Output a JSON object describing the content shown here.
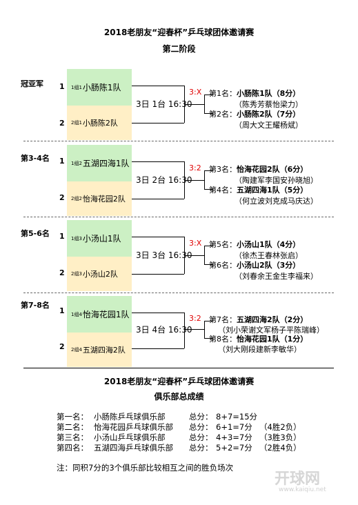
{
  "title": "2018老朋友“迎春杯”乒乓球团体邀请赛",
  "subtitle": "第二阶段",
  "groups": [
    {
      "label": "冠亚军",
      "seed1": "1",
      "seed2": "2",
      "team1_tag": "1组1",
      "team1": "小肠陈1队",
      "team2_tag": "2组1",
      "team2": "小肠陈2队",
      "match": "3日 1台 16:30",
      "score": "3:X",
      "r1_rank": "第1名：",
      "r1_team": "小肠陈1队（8分）",
      "r1_players": "（陈秀芳蔡怡梁力）",
      "r2_rank": "第2名：",
      "r2_team": "小肠陈2队（7分）",
      "r2_players": "（周大文王耀杨斌）"
    },
    {
      "label": "第3-4名",
      "seed1": "1",
      "seed2": "2",
      "team1_tag": "1组2",
      "team1": "五湖四海1队",
      "team2_tag": "2组2",
      "team2": "怡海花园2队",
      "match": "3日 2台 16:30",
      "score": "3:2",
      "r1_rank": "第3名：",
      "r1_team": "怡海花园2队（6分）",
      "r1_players": "（陶建军李国安孙晓旭）",
      "r2_rank": "第4名：",
      "r2_team": "五湖四海1队（5分）",
      "r2_players": "（何立波刘克成马庆达）"
    },
    {
      "label": "第5-6名",
      "seed1": "1",
      "seed2": "2",
      "team1_tag": "1组3",
      "team1": "小汤山1队",
      "team2_tag": "2组3",
      "team2": "小汤山2队",
      "match": "3日 3台 16:30",
      "score": "3:X",
      "r1_rank": "第5名：",
      "r1_team": "小汤山1队（4分）",
      "r1_players": "（徐杰王春林张启）",
      "r2_rank": "第6名：",
      "r2_team": "小汤山2队（3分）",
      "r2_players": "（刘春余王金生李福来）"
    },
    {
      "label": "第7-8名",
      "seed1": "1",
      "seed2": "2",
      "team1_tag": "1组4",
      "team1": "怡海花园1队",
      "team2_tag": "2组4",
      "team2": "五湖四海2队",
      "match": "3日 4台 16:30",
      "score": "3:2",
      "r1_rank": "第7名：",
      "r1_team": "五湖四海2队（2分）",
      "r1_players": "（刘小荣谢文军杨子平陈瑞峰）",
      "r2_rank": "第8名：",
      "r2_team": "怡海花园1队（1分）",
      "r2_players": "（刘大刚段建新李敏华）"
    }
  ],
  "summary": {
    "title": "2018老朋友“迎春杯”乒乓球团体邀请赛",
    "subtitle": "俱乐部总成绩",
    "rows": [
      {
        "rank": "第一名：",
        "club": "小肠陈乒乓球俱乐部",
        "label": "总分：",
        "score": "8+7=15分",
        "note": ""
      },
      {
        "rank": "第二名：",
        "club": "怡海花园乒乓球俱乐部",
        "label": "总分：",
        "score": "6+1=7分",
        "note": "（4胜2负）"
      },
      {
        "rank": "第三名：",
        "club": "小汤山乒乓球俱乐部",
        "label": "总分：",
        "score": "4+3=7分",
        "note": "（3胜3负）"
      },
      {
        "rank": "第四名：",
        "club": "五湖四海乒乓球俱乐部",
        "label": "总分：",
        "score": "5+2=7分",
        "note": "（2胜4负）"
      }
    ],
    "note": "注：同积7分的3个俱乐部比较相互之间的胜负场次"
  },
  "watermark": {
    "text": "开球网",
    "url": "www.kaiqiu.net"
  }
}
